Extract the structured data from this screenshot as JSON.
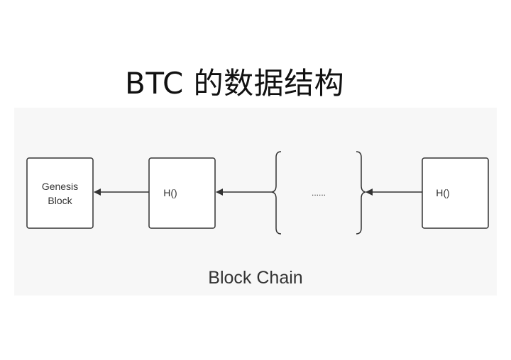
{
  "title": "BTC 的数据结构",
  "blocks": {
    "genesis_line1": "Genesis",
    "genesis_line2": "Block",
    "block2": "H()",
    "ellipsis": "......",
    "last": "H()"
  },
  "caption": "Block Chain",
  "colors": {
    "line": "#333333",
    "panel": "#f7f7f7"
  }
}
